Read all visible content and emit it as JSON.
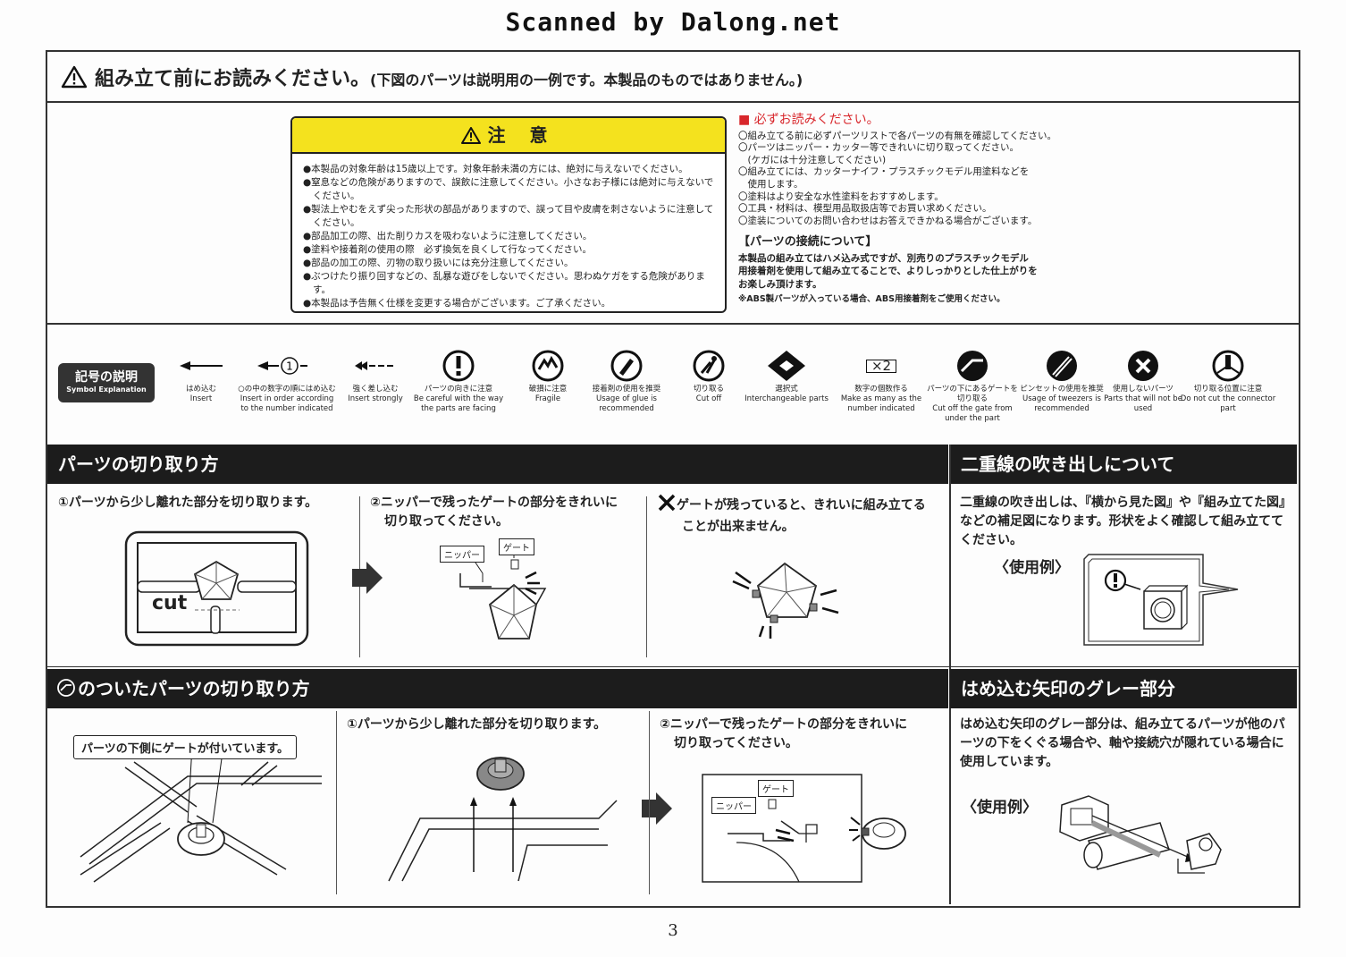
{
  "scan_credit": "Scanned by Dalong.net",
  "header": {
    "title": "組み立て前にお読みください。",
    "subtitle": "(下図のパーツは説明用の一例です。本製品のものではありません。)"
  },
  "caution": {
    "heading": "注 意",
    "items": [
      "●本製品の対象年齢は15歳以上です。対象年齢未満の方には、絶対に与えないでください。",
      "●窒息などの危険がありますので、誤飲に注意してください。小さなお子様には絶対に与えないでください。",
      "●製法上やむをえず尖った形状の部品がありますので、誤って目や皮膚を刺さないように注意してください。",
      "●部品加工の際、出た削りカスを吸わないように注意してください。",
      "●塗料や接着剤の使用の際　必ず換気を良くして行なってください。",
      "●部品の加工の際、刃物の取り扱いには充分注意してください。",
      "●ぶつけたり振り回すなどの、乱暴な遊びをしないでください。思わぬケガをする危険があります。",
      "●本製品は予告無く仕様を変更する場合がございます。ご了承ください。"
    ]
  },
  "must_read": {
    "heading": "■ 必ずお読みください。",
    "items": [
      "〇組み立てる前に必ずパーツリストで各パーツの有無を確認してください。",
      "〇パーツはニッパー・カッター等できれいに切り取ってください。",
      "　(ケガには十分注意してください)",
      "〇組み立てには、カッターナイフ・プラスチックモデル用塗料などを",
      "　使用します。",
      "〇塗料はより安全な水性塗料をおすすめします。",
      "〇工具・材料は、模型用品取扱店等でお買い求めください。",
      "〇塗装についてのお問い合わせはお答えできかねる場合がございます。"
    ],
    "connection_heading": "【パーツの接続について】",
    "connection_lines": [
      "本製品の組み立てはハメ込み式ですが、別売りのプラスチックモデル",
      "用接着剤を使用して組み立てることで、よりしっかりとした仕上がりを",
      "お楽しみ頂けます。"
    ],
    "abs_note": "※ABS製パーツが入っている場合、ABS用接着剤をご使用ください。"
  },
  "symbols": {
    "badge_jp": "記号の説明",
    "badge_en": "Symbol Explanation",
    "items": [
      {
        "icon": "arrow-insert-icon",
        "jp": "はめ込む",
        "en": "Insert"
      },
      {
        "icon": "numbered-arrow-icon",
        "jp": "○の中の数字の順にはめ込む",
        "en": "Insert in order according to the number indicated"
      },
      {
        "icon": "strong-arrow-icon",
        "jp": "強く差し込む",
        "en": "Insert strongly"
      },
      {
        "icon": "exclamation-icon",
        "jp": "パーツの向きに注意",
        "en": "Be careful with the way the parts are facing"
      },
      {
        "icon": "fragile-icon",
        "jp": "破損に注意",
        "en": "Fragile"
      },
      {
        "icon": "glue-icon",
        "jp": "接着剤の使用を推奨",
        "en": "Usage of glue is recommended"
      },
      {
        "icon": "cut-icon",
        "jp": "切り取る",
        "en": "Cut off"
      },
      {
        "icon": "interchangeable-icon",
        "jp": "選択式",
        "en": "Interchangeable parts"
      },
      {
        "icon": "multiply-icon",
        "jp": "数字の個数作る",
        "en": "Make as many as the number indicated"
      },
      {
        "icon": "gate-cut-icon",
        "jp": "パーツの下にあるゲートを切り取る",
        "en": "Cut off the gate from under the part"
      },
      {
        "icon": "tweezers-icon",
        "jp": "ピンセットの使用を推奨",
        "en": "Usage of tweezers is recommended"
      },
      {
        "icon": "unused-part-icon",
        "jp": "使用しないパーツ",
        "en": "Parts that will not be used"
      },
      {
        "icon": "connector-icon",
        "jp": "切り取る位置に注意",
        "en": "Do not cut the connector part"
      }
    ],
    "x2_text": "×2"
  },
  "cutting": {
    "bar": "パーツの切り取り方",
    "step1": "①パーツから少し離れた部分を切り取ります。",
    "step2_l1": "②ニッパーで残ったゲートの部分をきれいに",
    "step2_l2": "切り取ってください。",
    "warn_l1": "ゲートが残っていると、きれいに組み立てる",
    "warn_l2": "ことが出来ません。",
    "cut_label": "cut",
    "nipper_label": "ニッパー",
    "gate_label": "ゲート"
  },
  "double_line": {
    "bar": "二重線の吹き出しについて",
    "text": "二重線の吹き出しは、『横から見た図』や『組み立てた図』などの補足図になります。形状をよく確認して組み立ててください。",
    "example": "〈使用例〉"
  },
  "gate_cutting": {
    "bar": "のついたパーツの切り取り方",
    "callout": "パーツの下側にゲートが付いています。",
    "step1": "①パーツから少し離れた部分を切り取ります。",
    "step2_l1": "②ニッパーで残ったゲートの部分をきれいに",
    "step2_l2": "切り取ってください。",
    "nipper_label": "ニッパー",
    "gate_label": "ゲート"
  },
  "gray_arrow": {
    "bar": "はめ込む矢印のグレー部分",
    "text": "はめ込む矢印のグレー部分は、組み立てるパーツが他のパーツの下をくぐる場合や、軸や接続穴が隠れている場合に使用しています。",
    "example": "〈使用例〉"
  },
  "page_number": "3"
}
